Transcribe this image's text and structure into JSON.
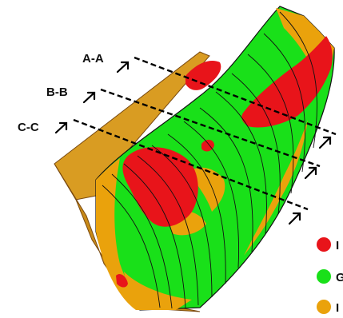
{
  "sections": [
    {
      "id": "A-A",
      "label": "A-A"
    },
    {
      "id": "B-B",
      "label": "B-B"
    },
    {
      "id": "C-C",
      "label": "C-C"
    }
  ],
  "legend": [
    {
      "label": "I",
      "color": "#e8141a"
    },
    {
      "label": "G",
      "color": "#19e019"
    },
    {
      "label": "I",
      "color": "#eaa20c"
    }
  ],
  "colors": {
    "red_zone": "#e8141a",
    "green_zone": "#19e019",
    "orange_zone": "#eaa20c",
    "flange": "#d89a1a",
    "contour_lines": "#111111",
    "section_lines": "#000000"
  }
}
